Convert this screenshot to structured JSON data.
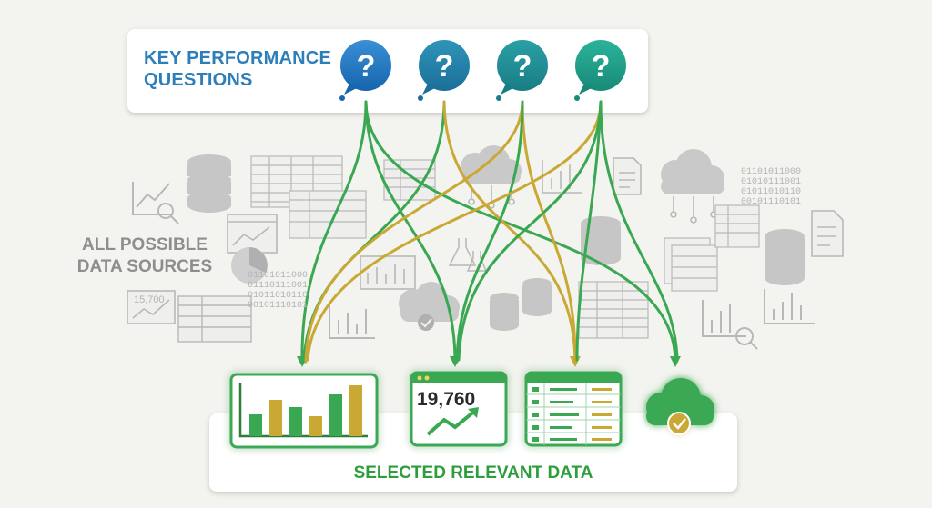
{
  "header": {
    "title_line1": "KEY PERFORMANCE",
    "title_line2": "QUESTIONS"
  },
  "sources": {
    "label_line1": "ALL POSSIBLE",
    "label_line2": "DATA SOURCES",
    "binary_block_1": [
      "01101011000",
      "01110111001",
      "01011010110",
      "00101110101"
    ],
    "binary_block_2": [
      "01101011000",
      "01010111001",
      "01011010110",
      "00101110101"
    ],
    "small_value": "15,700"
  },
  "selected": {
    "label": "SELECTED RELEVANT DATA",
    "kpi_value": "19,760"
  },
  "colors": {
    "question_blue": "#1f78c4",
    "question_teal": "#1f9a8c",
    "green": "#3aa852",
    "gold": "#c9a834",
    "title_blue": "#2c7fb8",
    "gray": "#b8b8b8"
  },
  "icons": [
    "question-bubble-icon",
    "database-icon",
    "cloud-icon",
    "bar-chart-icon",
    "spreadsheet-icon",
    "document-icon",
    "magnifier-icon",
    "line-chart-icon",
    "pie-chart-icon",
    "checkmark-icon"
  ]
}
